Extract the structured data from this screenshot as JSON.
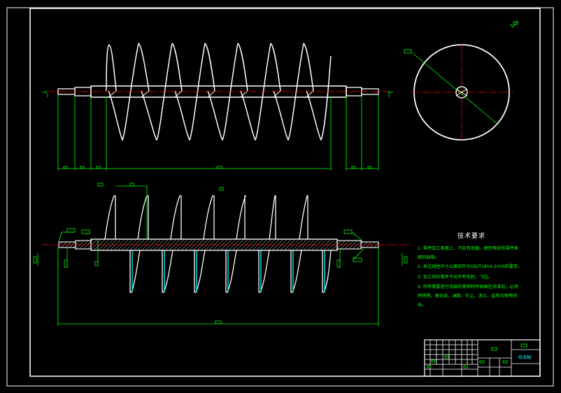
{
  "drawing": {
    "colors": {
      "background": "#000000",
      "outline": "#ffffff",
      "dimension": "#00ff00",
      "centerline": "#ff0000",
      "hidden": "#00ffff",
      "annotation": "#00ff00"
    }
  },
  "tech_requirements": {
    "title": "技术要求",
    "lines": [
      "1. 零件加工表面上，不应有划痕、擦伤等损伤零件表",
      "面的缺陷。",
      "2. 未注线性尺寸公差应符合GB/T1804-2000的要求。",
      "3. 加工后的零件不允许有毛刺、飞边。",
      "4. 所有需要进行涂装的钢铁制件表面在涂漆前，必须",
      "将铁锈、氧化皮、油脂、灰尘、泥土、盐和污物等除",
      "去。"
    ]
  },
  "title_block": {
    "part_name": "绞龙轴"
  }
}
